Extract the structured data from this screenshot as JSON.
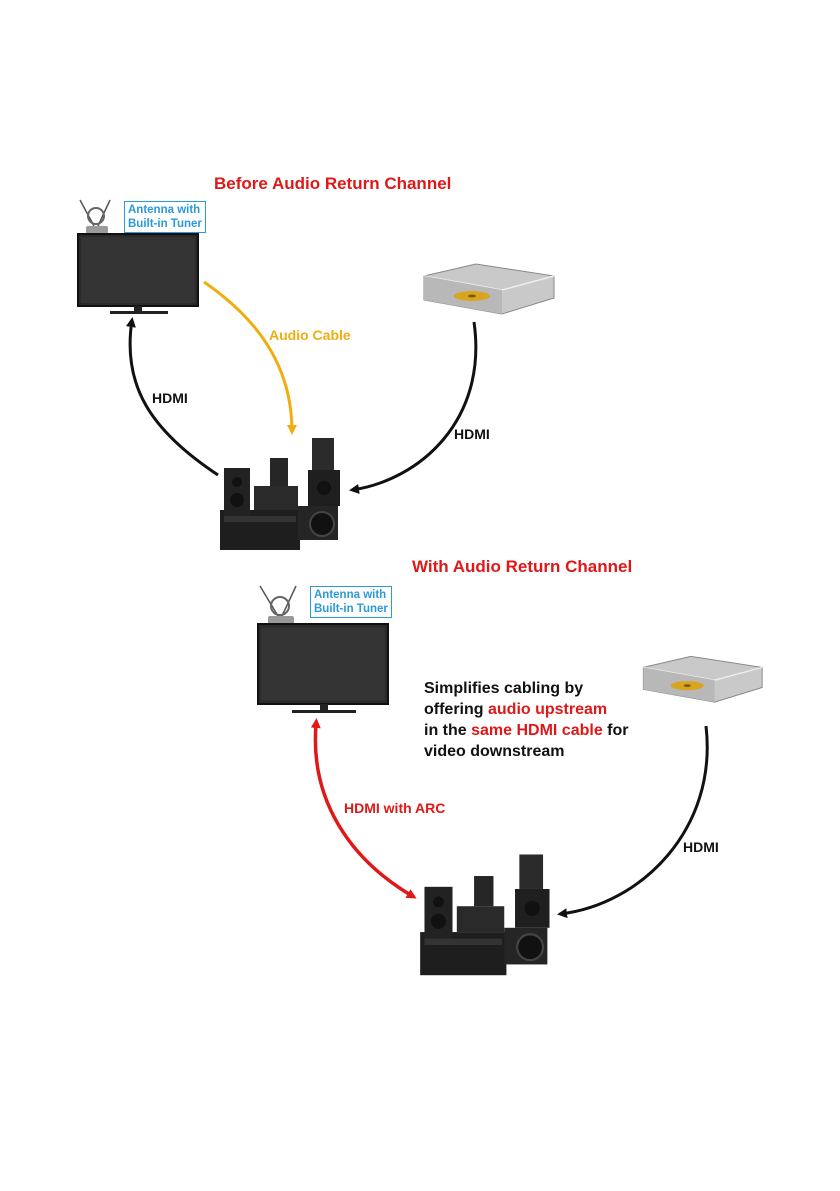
{
  "colors": {
    "title": "#e01818",
    "antenna": "#2a9ad8",
    "audio_cable": "#f0ad10",
    "hdmi": "#111111",
    "arc": "#e01818"
  },
  "top": {
    "title": "Before Audio Return Channel",
    "antenna_label_line1": "Antenna with",
    "antenna_label_line2": "Built-in Tuner",
    "audio_cable_label": "Audio Cable",
    "hdmi_left_label": "HDMI",
    "hdmi_right_label": "HDMI"
  },
  "bottom": {
    "title": "With Audio Return Channel",
    "antenna_label_line1": "Antenna with",
    "antenna_label_line2": "Built-in Tuner",
    "note_line1": "Simplifies cabling by",
    "note_line2_a": "offering ",
    "note_line2_b": "audio upstream",
    "note_line3_a": "in the ",
    "note_line3_b": "same HDMI cable",
    "note_line3_c": " for",
    "note_line4": "video downstream",
    "arc_label": "HDMI with ARC",
    "hdmi_label": "HDMI"
  }
}
